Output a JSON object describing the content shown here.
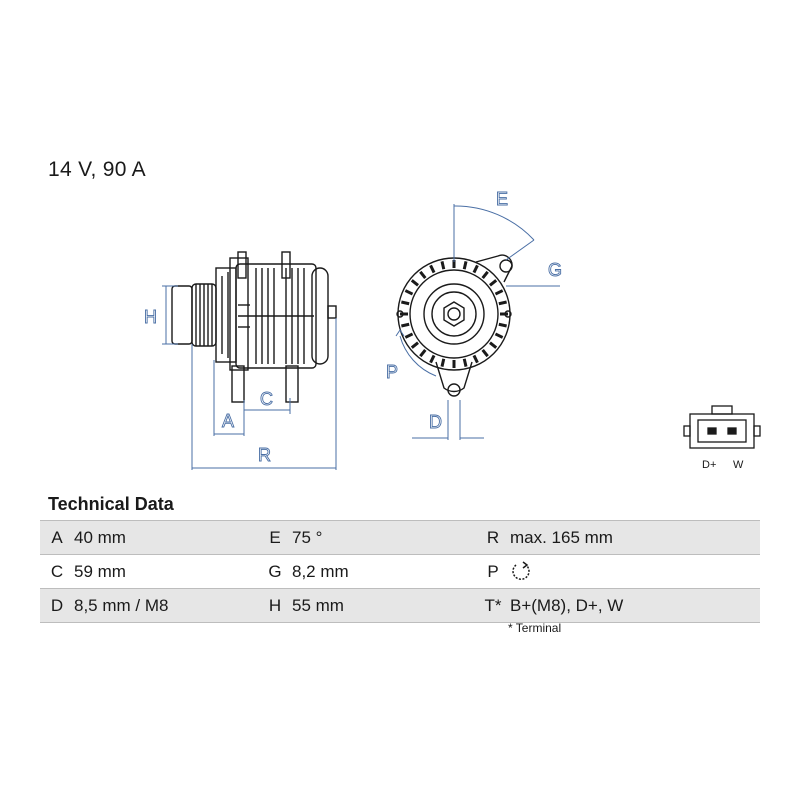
{
  "heading": "14 V, 90 A",
  "dimension_labels": [
    "H",
    "A",
    "C",
    "R",
    "E",
    "G",
    "P",
    "D"
  ],
  "connector": {
    "left": "D+",
    "right": "W"
  },
  "technical_data": {
    "title": "Technical Data",
    "rows": [
      {
        "k1": "A",
        "v1": "40 mm",
        "k2": "E",
        "v2": "75 °",
        "k3": "R",
        "v3": "max. 165 mm"
      },
      {
        "k1": "C",
        "v1": "59 mm",
        "k2": "G",
        "v2": "8,2 mm",
        "k3": "P",
        "v3": ""
      },
      {
        "k1": "D",
        "v1": "8,5 mm / M8",
        "k2": "H",
        "v2": "55 mm",
        "k3": "T*",
        "v3": "B+(M8), D+, W"
      }
    ],
    "footnote": "* Terminal"
  },
  "icons": {
    "rotation": "clockwise-rotation-icon"
  },
  "colors": {
    "dimension": "#4a6fa5",
    "drawing": "#1a1a1a",
    "stripe": "#e6e6e6"
  }
}
